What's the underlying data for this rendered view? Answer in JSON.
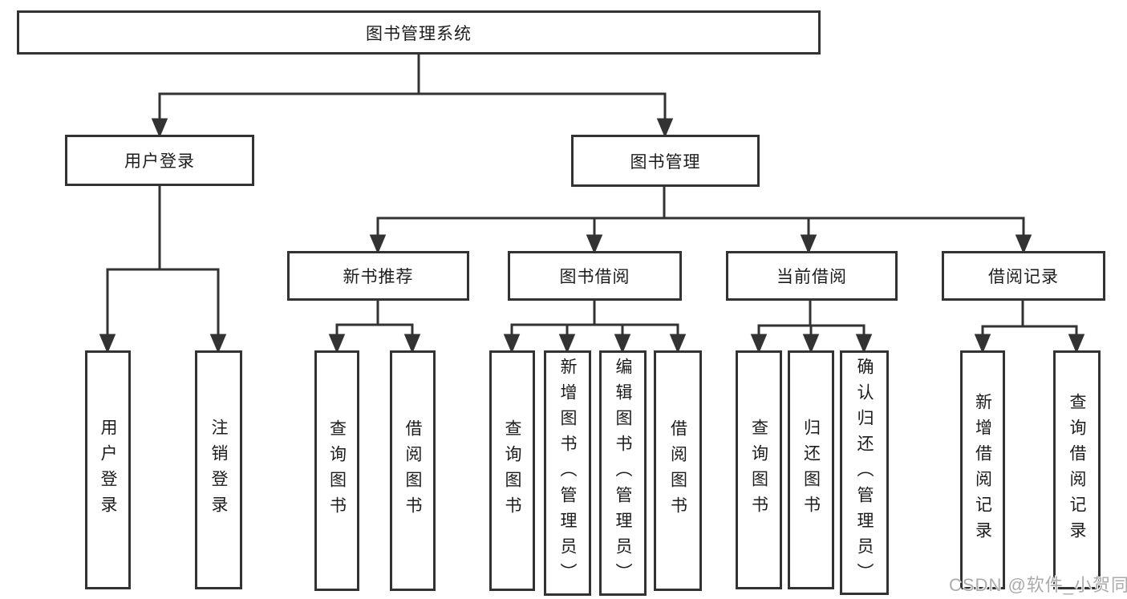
{
  "diagram": {
    "tree": {
      "label": "图书管理系统",
      "children": [
        {
          "label": "用户登录",
          "children": [
            {
              "label": "用户登录"
            },
            {
              "label": "注销登录"
            }
          ]
        },
        {
          "label": "图书管理",
          "children": [
            {
              "label": "新书推荐",
              "children": [
                {
                  "label": "查询图书"
                },
                {
                  "label": "借阅图书"
                }
              ]
            },
            {
              "label": "图书借阅",
              "children": [
                {
                  "label": "查询图书"
                },
                {
                  "label": "新增图书（管理员）"
                },
                {
                  "label": "编辑图书（管理员）"
                },
                {
                  "label": "借阅图书"
                }
              ]
            },
            {
              "label": "当前借阅",
              "children": [
                {
                  "label": "查询图书"
                },
                {
                  "label": "归还图书"
                },
                {
                  "label": "确认归还（管理员）"
                }
              ]
            },
            {
              "label": "借阅记录",
              "children": [
                {
                  "label": "新增借阅记录"
                },
                {
                  "label": "查询借阅记录"
                }
              ]
            }
          ]
        }
      ]
    }
  },
  "watermark": {
    "text": "CSDN @软件_小贺同学"
  },
  "colors": {
    "line": "#333333",
    "box_border": "#333333",
    "text": "#1c1c1c",
    "background": "#ffffff",
    "watermark": "#ababab"
  }
}
